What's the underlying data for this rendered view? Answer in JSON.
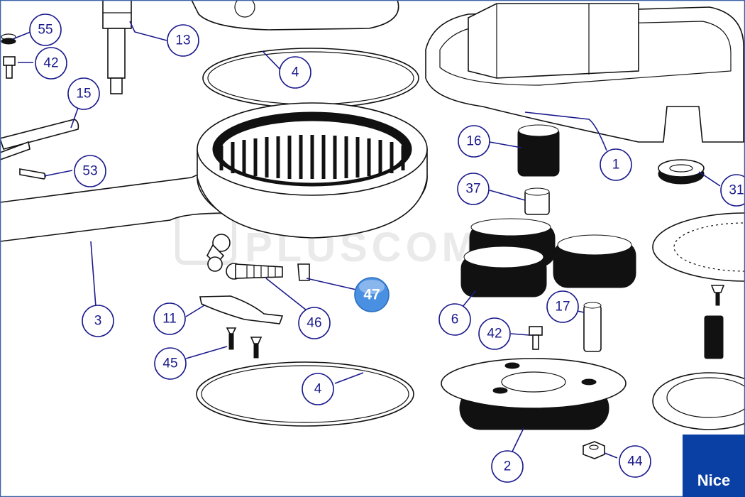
{
  "callouts": [
    {
      "label": "55"
    },
    {
      "label": "42"
    },
    {
      "label": "13"
    },
    {
      "label": "4"
    },
    {
      "label": "15"
    },
    {
      "label": "53"
    },
    {
      "label": "16"
    },
    {
      "label": "1"
    },
    {
      "label": "31"
    },
    {
      "label": "37"
    },
    {
      "label": "3"
    },
    {
      "label": "47"
    },
    {
      "label": "11"
    },
    {
      "label": "46"
    },
    {
      "label": "6"
    },
    {
      "label": "17"
    },
    {
      "label": "42"
    },
    {
      "label": "45"
    },
    {
      "label": "4"
    },
    {
      "label": "2"
    },
    {
      "label": "44"
    }
  ],
  "highlighted_callout": "47",
  "watermark": "PLUSCOM",
  "brand": {
    "label": "Nice",
    "color": "#0a3fa3"
  },
  "colors": {
    "callout": "#1a1a8c",
    "highlight": "#4a90e2"
  }
}
